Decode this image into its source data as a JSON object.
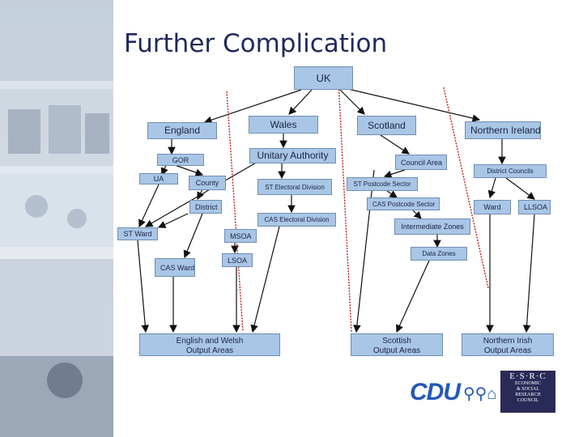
{
  "slide": {
    "title": "Further Complication"
  },
  "nodes": {
    "uk": "UK",
    "wales": "Wales",
    "scotland": "Scotland",
    "england": "England",
    "northern_ireland": "Northern Ireland",
    "gor": "GOR",
    "unitary_authority": "Unitary Authority",
    "council_area": "Council Area",
    "district_councils": "District Councils",
    "ua": "UA",
    "county": "County",
    "st_electoral_division": "ST Electoral Division",
    "st_postcode_sector": "ST Postcode Sector",
    "district": "District",
    "cas_postcode_sector": "CAS Postcode Sector",
    "ward": "Ward",
    "llsoa": "LLSOA",
    "cas_electoral_division": "CAS Electoral Division",
    "intermediate_zones": "Intermediate Zones",
    "st_ward": "ST Ward",
    "msoa": "MSOA",
    "data_zones": "Data Zones",
    "lsoa": "LSOA",
    "cas_ward": "CAS Ward"
  },
  "outputs": {
    "england_wales": [
      "English and Welsh",
      "Output Areas"
    ],
    "scottish": [
      "Scottish",
      "Output Areas"
    ],
    "northern_irish": [
      "Northern Irish",
      "Output Areas"
    ]
  },
  "logos": {
    "cdu": "CDU",
    "esrc_title": "E·S·R·C",
    "esrc_lines": [
      "ECONOMIC",
      "& SOCIAL",
      "RESEARCH",
      "COUNCIL"
    ]
  },
  "colors": {
    "box_fill": "#a9c6e6",
    "box_border": "#6f8fb0",
    "title": "#1f2a5a",
    "divider": "#c02020",
    "cdu_blue": "#2458b8",
    "esrc_navy": "#2a2a58"
  }
}
